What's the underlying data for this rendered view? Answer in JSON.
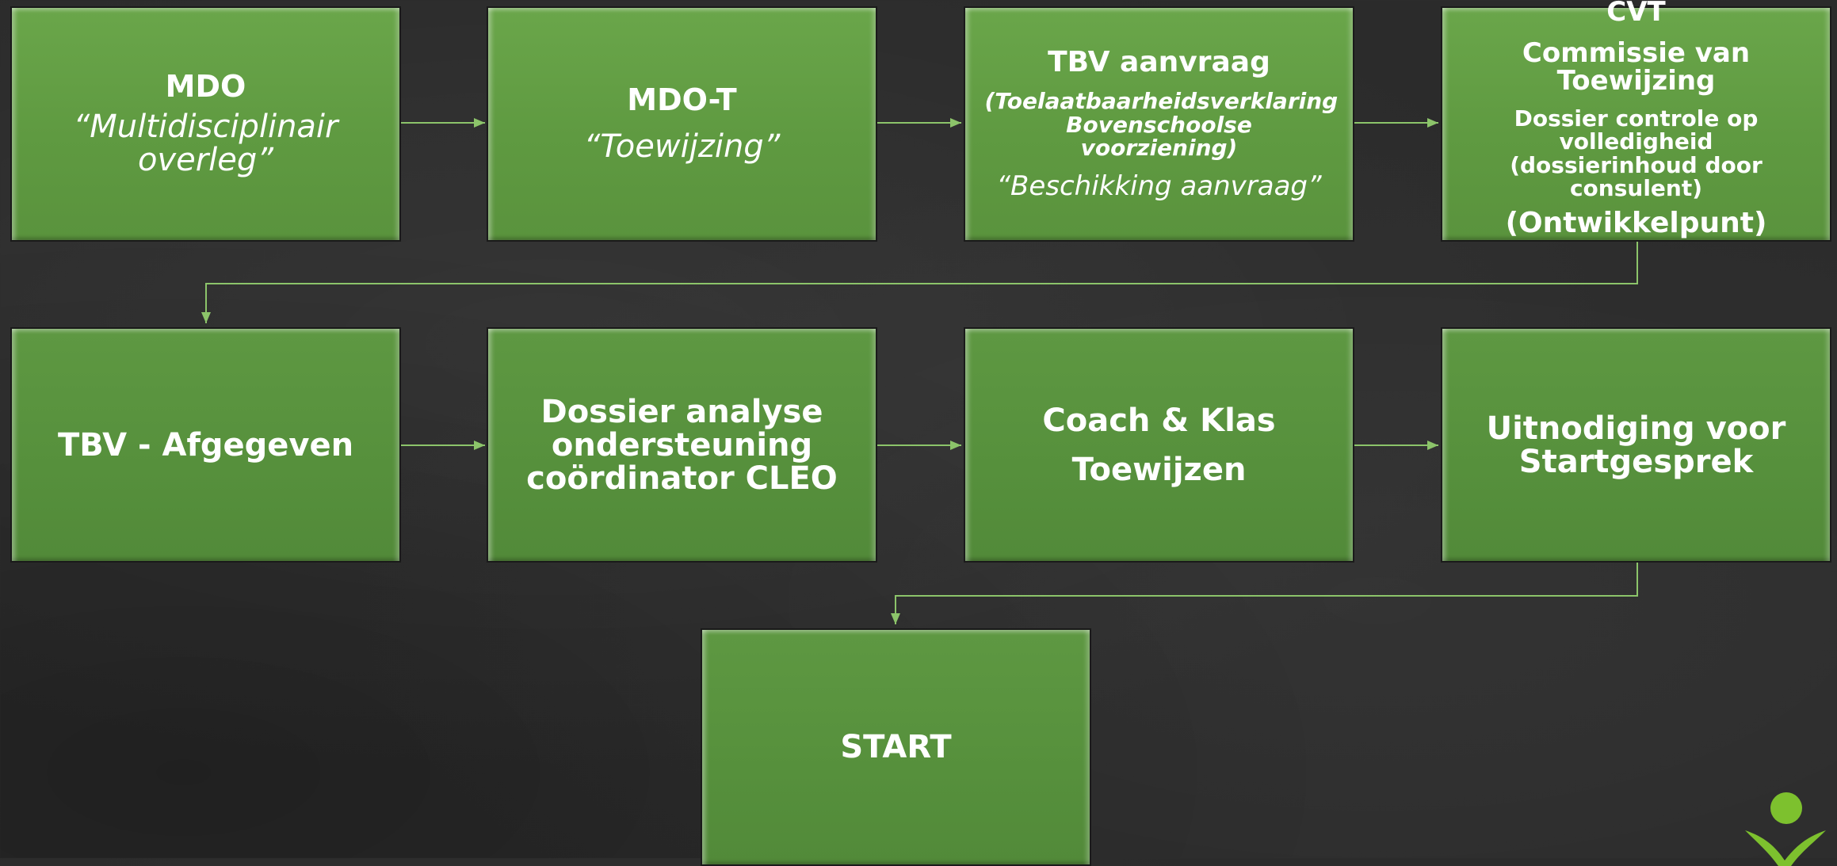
{
  "boxes": {
    "mdo": {
      "title": "MDO",
      "subtitle": "“Multidisciplinair overleg”"
    },
    "mdot": {
      "title": "MDO-T",
      "subtitle": "“Toewijzing”"
    },
    "tbv": {
      "title": "TBV aanvraag",
      "detail": "(Toelaatbaarheidsverklaring Bovenschoolse voorziening)",
      "subtitle": "“Beschikking aanvraag”"
    },
    "cvt": {
      "title": "CVT",
      "line2": "Commissie van Toewijzing",
      "detail": "Dossier controle op volledigheid (dossierinhoud door consulent)",
      "note": "(Ontwikkelpunt)"
    },
    "tbv_afgegeven": {
      "title": "TBV - Afgegeven"
    },
    "dossier": {
      "title": "Dossier analyse ondersteuning coördinator  CLEO"
    },
    "coach": {
      "title": "Coach & Klas",
      "line2": "Toewijzen"
    },
    "uitnodiging": {
      "title": "Uitnodiging voor Startgesprek"
    },
    "start": {
      "title": "START"
    }
  },
  "colors": {
    "box_green": "#63a045",
    "connector": "#8cc46a",
    "logo_green": "#7dc12e",
    "background": "#2b2b2b"
  },
  "logo": {
    "icon": "person-logo-icon"
  }
}
